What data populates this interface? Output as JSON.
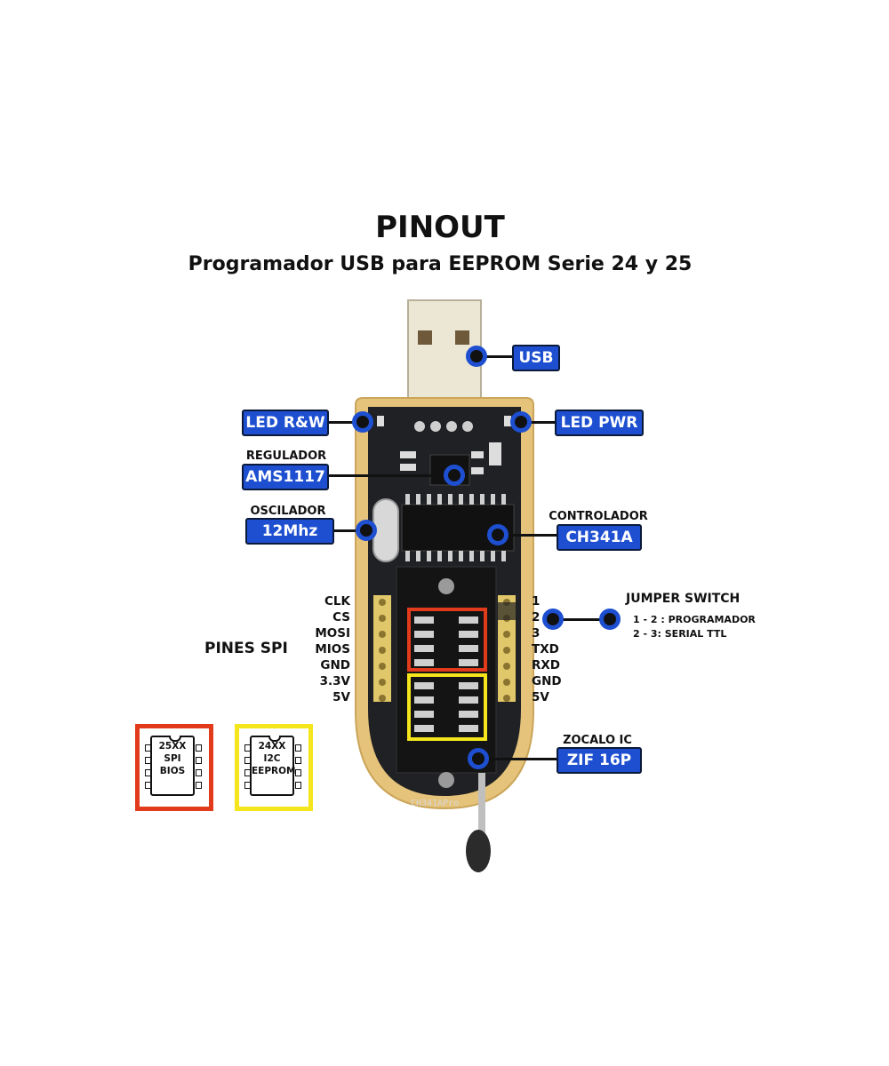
{
  "header": {
    "title": "PINOUT",
    "subtitle": "Programador USB para EEPROM Serie 24 y 25"
  },
  "colors": {
    "tag_blue": "#1d4fd0",
    "box_red": "#e23b1c",
    "box_yellow": "#f5e51c",
    "pcb": "#1f2124",
    "gold": "#e6c37a"
  },
  "tags": {
    "usb": "USB",
    "led_rw": "LED R&W",
    "led_pwr": "LED PWR",
    "regulador_caption": "REGULADOR",
    "regulador": "AMS1117",
    "oscilador_caption": "OSCILADOR",
    "oscilador": "12Mhz",
    "controlador_caption": "CONTROLADOR",
    "controlador": "CH341A",
    "zocalo_caption": "ZOCALO IC",
    "zocalo": "ZIF 16P"
  },
  "spi": {
    "title": "PINES SPI",
    "pins": [
      "CLK",
      "CS",
      "MOSI",
      "MIOS",
      "GND",
      "3.3V",
      "5V"
    ]
  },
  "right_pins": [
    "1",
    "2",
    "3",
    "TXD",
    "RXD",
    "GND",
    "5V"
  ],
  "jumper": {
    "title": "JUMPER SWITCH",
    "line1": "1 - 2 : PROGRAMADOR",
    "line2": "2 - 3: SERIAL TTL"
  },
  "chips": {
    "spi_chip": {
      "l1": "25XX",
      "l2": "SPI",
      "l3": "BIOS"
    },
    "i2c_chip": {
      "l1": "24XX",
      "l2": "I2C",
      "l3": "EEPROM"
    }
  },
  "board": {
    "silk_bottom": "CH341APro"
  }
}
